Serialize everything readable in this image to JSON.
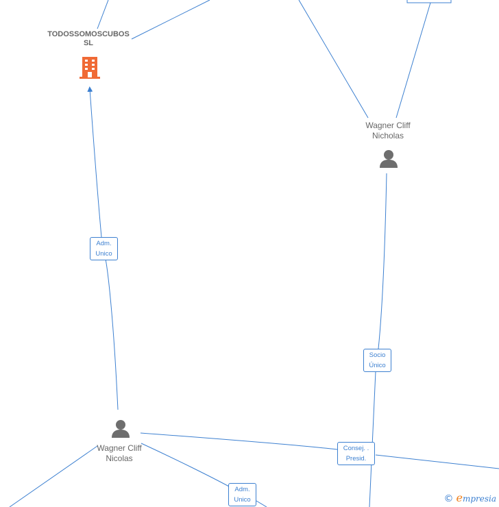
{
  "nodes": {
    "company": {
      "line1": "TODOSSOMOSCUBOS",
      "line2": "SL",
      "icon": "building-icon",
      "color": "#f06a35"
    },
    "person_top": {
      "line1": "Wagner Cliff",
      "line2": "Nicholas",
      "icon": "person-icon"
    },
    "person_bottom": {
      "line1": "Wagner Cliff",
      "line2": "Nicolas",
      "icon": "person-icon"
    }
  },
  "relations": {
    "adm_unico_1": {
      "line1": "Adm.",
      "line2": "Unico"
    },
    "socio_unico": {
      "line1": "Socio",
      "line2": "Único"
    },
    "consej_presid": {
      "line1": "Consej. .",
      "line2": "Presid."
    },
    "adm_unico_2": {
      "line1": "Adm.",
      "line2": "Unico"
    }
  },
  "brand": {
    "copyright": "©",
    "initial": "e",
    "name": "mpresia"
  },
  "colors": {
    "edge": "#3b7fd0",
    "node_text": "#666666",
    "company_icon": "#f06a35",
    "person_icon": "#6e6e6e"
  }
}
